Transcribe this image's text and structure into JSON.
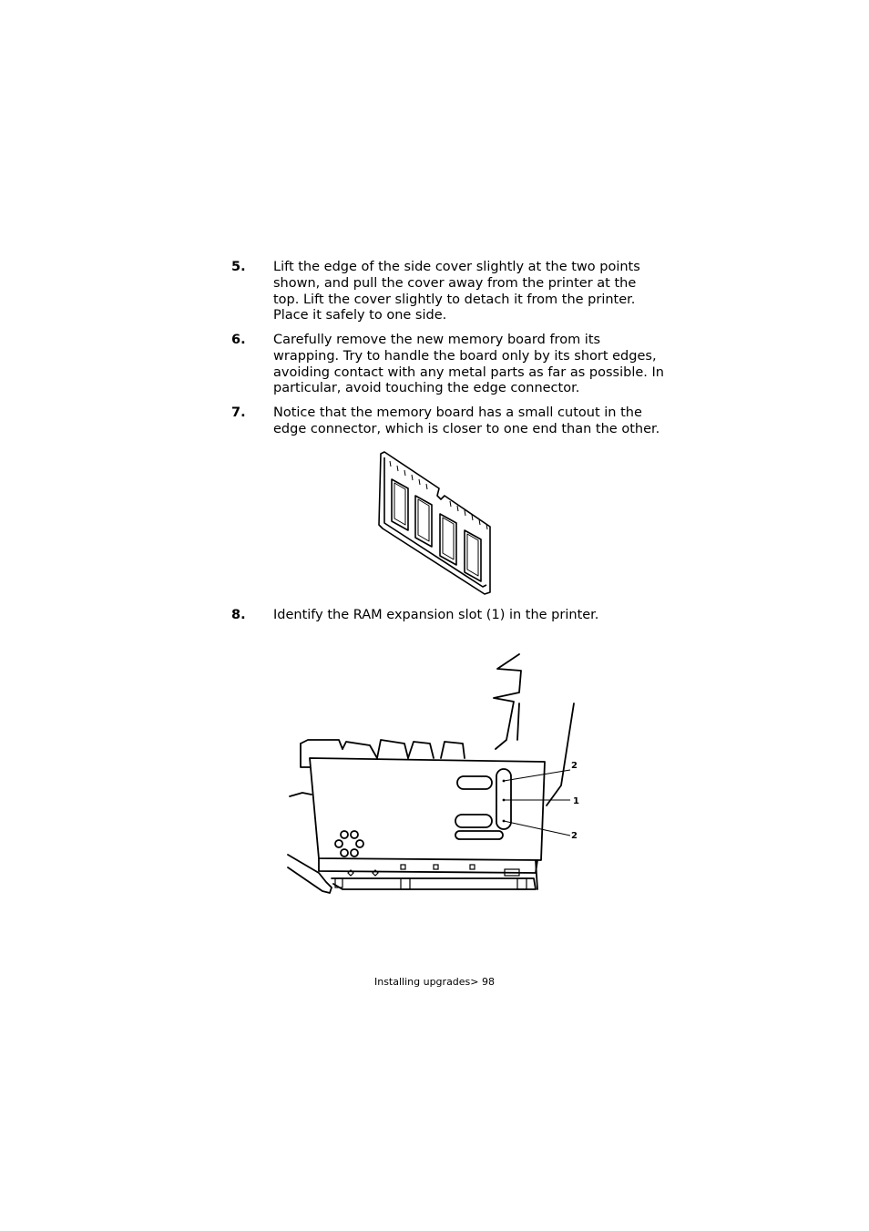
{
  "steps": [
    {
      "number": "5.",
      "text": "Lift the edge of the side cover slightly at the two points shown, and pull the cover away from the printer at the top. Lift the cover slightly to detach it from the printer. Place it safely to one side."
    },
    {
      "number": "6.",
      "text": "Carefully remove the new memory board from its wrapping. Try to handle the board only by its short edges, avoiding contact with any metal parts as far as possible. In particular, avoid touching the edge connector."
    },
    {
      "number": "7.",
      "text": "Notice that the memory board has a small cutout in the edge connector, which is closer to one end than the other."
    },
    {
      "number": "8.",
      "text": "Identify the RAM expansion slot (1) in the printer."
    }
  ],
  "printer_figure": {
    "callouts": [
      "2",
      "1",
      "2"
    ]
  },
  "footer": "Installing upgrades> 98"
}
